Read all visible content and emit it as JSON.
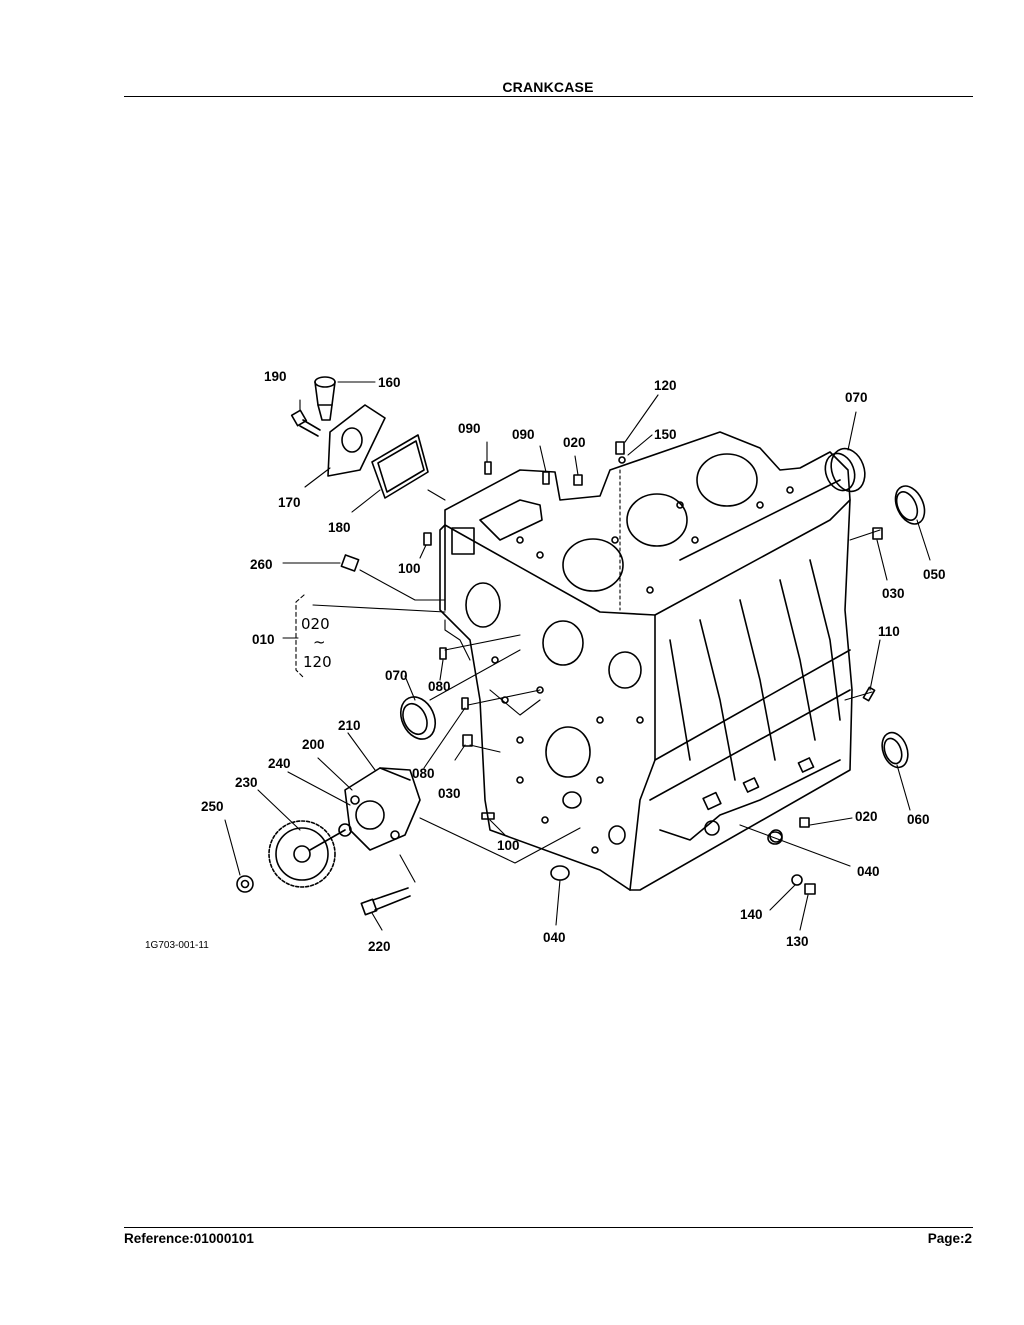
{
  "header": {
    "title": "CRANKCASE"
  },
  "footer": {
    "reference": "Reference:01000101",
    "page": "Page:2"
  },
  "figure": {
    "drawing_code": "1G703-001-11",
    "callouts": {
      "c190": "190",
      "c160": "160",
      "c120": "120",
      "c070a": "070",
      "c090a": "090",
      "c090b": "090",
      "c020a": "020",
      "c150": "150",
      "c170": "170",
      "c180": "180",
      "c100a": "100",
      "c260": "260",
      "c030a": "030",
      "c050": "050",
      "c010": "010",
      "c020b": "020",
      "c_tilde": "~",
      "c120b": "120",
      "c110": "110",
      "c070b": "070",
      "c080a": "080",
      "c210": "210",
      "c200": "200",
      "c240": "240",
      "c230": "230",
      "c250": "250",
      "c080b": "080",
      "c030b": "030",
      "c020c": "020",
      "c060": "060",
      "c100b": "100",
      "c040a": "040",
      "c040b": "040",
      "c140": "140",
      "c130": "130",
      "c220": "220"
    }
  }
}
